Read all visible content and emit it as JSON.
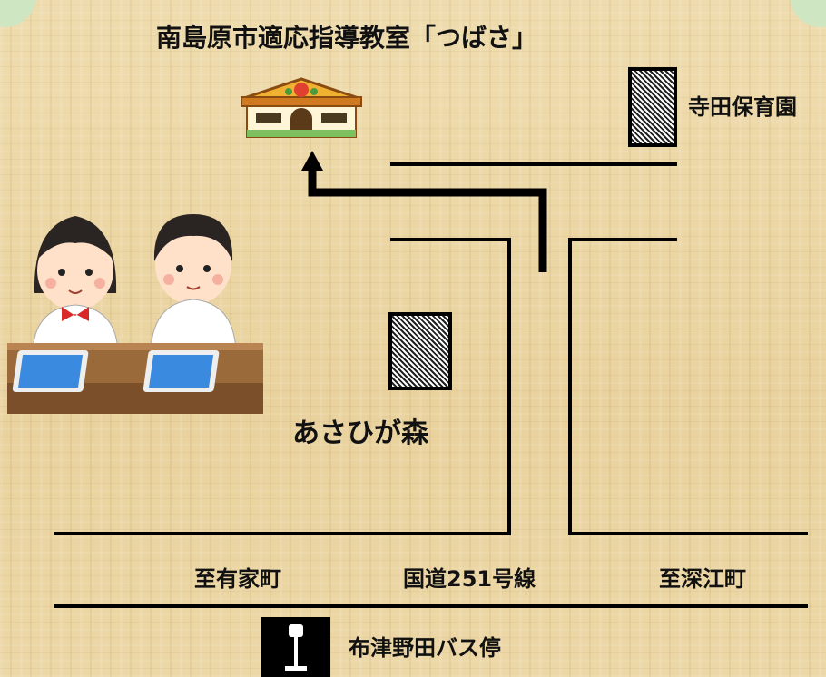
{
  "map": {
    "title": "南島原市適応指導教室「つばさ」",
    "landmarks": {
      "nursery": "寺田保育園",
      "forest": "あさひが森",
      "bus_stop": "布津野田バス停"
    },
    "roads": {
      "to_arie": "至有家町",
      "route": "国道251号線",
      "to_fukae": "至深江町"
    }
  },
  "icons": [
    "school-building-icon",
    "students-with-tablets-illustration",
    "bus-stop-icon",
    "route-arrow"
  ],
  "colors": {
    "road": "#000000",
    "background": "#ecd7a6",
    "corner": "#cfe6c2"
  }
}
